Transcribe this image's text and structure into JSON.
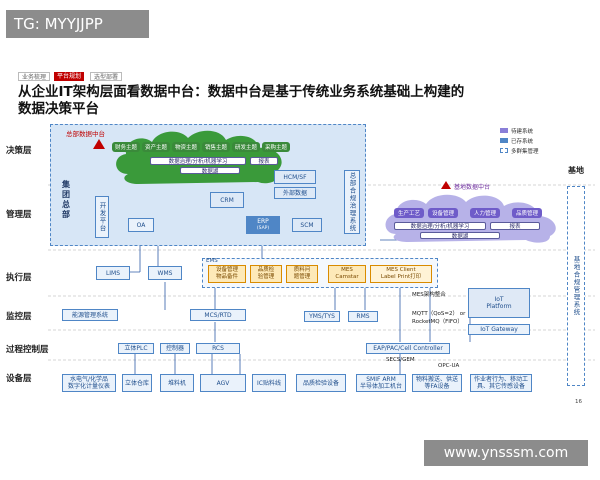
{
  "watermark_top": "TG: MYYJJPP",
  "watermark_bottom": "www.ynsssm.com",
  "breadcrumb": [
    "业务梳理",
    "平台规划",
    "选型部署"
  ],
  "title_line1": "从企业IT架构层面看数据中台：数据中台是基于传统业务系统基础上构建的",
  "title_line2": "数据决策平台",
  "layers": [
    "决策层",
    "管理层",
    "执行层",
    "监控层",
    "过程控制层",
    "设备层"
  ],
  "hq": {
    "cloud_label": "总部数据中台",
    "chips": [
      "财务主题",
      "资产主题",
      "物资主题",
      "销售主题",
      "研发主题",
      "采购主题"
    ],
    "governance": "数据治理/分析/机器学习",
    "report": "报表",
    "lake": "数据湖",
    "group_label": "集团总部",
    "dev_platform": "开发平台",
    "hcm": "HCM/SF",
    "ext_data": "外部数据",
    "crm": "CRM",
    "scm": "SCM",
    "erp": "ERP",
    "erp_sub": "(SAP)",
    "oa": "OA",
    "analysis": "总部合规治理系统",
    "ems": "EMS"
  },
  "base": {
    "cloud_label": "基地数据中台",
    "chips": [
      "生产工艺",
      "设备管理",
      "人力管理",
      "品质管理"
    ],
    "governance": "数据治理/分析/机器学习",
    "report": "报表",
    "lake": "数据湖",
    "base_label": "基地",
    "base_system": "基地合规管理系统"
  },
  "legend": [
    "待建系统",
    "已存系统",
    "多群集管理"
  ],
  "exec": {
    "lims": "LIMS",
    "wms": "WMS",
    "mes_modules": [
      "设备管理\n物品备件",
      "品质检\n验管理",
      "质料问\n题管理"
    ],
    "mes_camstar": "MES\nCamstar",
    "mes_client": "MES Client\nLabel Print打印",
    "mes_integration": "MES架构整合",
    "iot": "IoT\nPlatform",
    "iot_gateway": "IoT Gateway"
  },
  "monitor": {
    "energy": "能源管理系统",
    "mcs": "MCS/RTD",
    "yms": "YMS/TYS",
    "rms": "RMS",
    "mqtt": "MQTT（QoS=2）  or\nRocketMQ（FIFO）"
  },
  "process": {
    "plc": "立体PLC",
    "control": "控制器",
    "rcs": "RCS",
    "eap": "EAP/PAC/Cell Controller",
    "secs": "SECS/GEM",
    "opc": "OPC-UA"
  },
  "equipment": [
    "水电气/化学品\n数字化计量仪表",
    "立体仓库",
    "堆料机",
    "AGV",
    "IC贴料线",
    "品质检验设备",
    "SMIF ARM\n半导体加工机台",
    "物料搬送、供送\n等FA设备",
    "作业者行为、移动工\n具、其它传感设备"
  ],
  "page_number": "16"
}
